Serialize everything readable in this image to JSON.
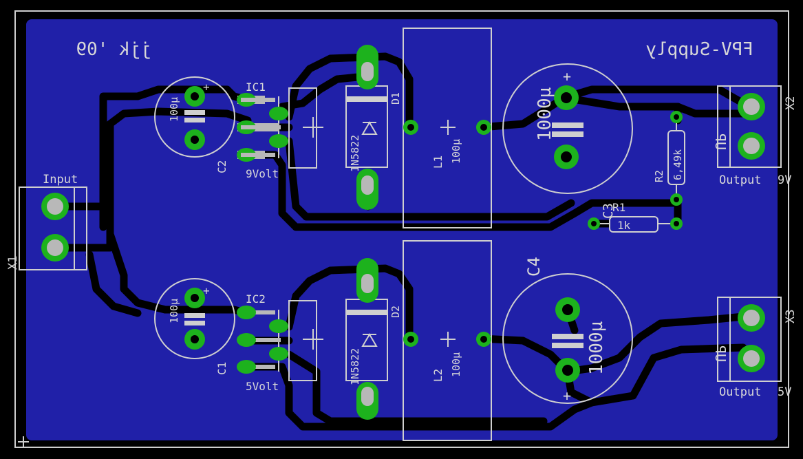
{
  "board": {
    "bg_color": "#000000",
    "copper_color": "#2020a8",
    "pad_color": "#1db21d",
    "silk_color": "#d8d8d8"
  },
  "labels": {
    "author": "jjk '09",
    "title": "FPV-Supply",
    "input": "Input",
    "x1": "X1",
    "x2": "X2",
    "x3": "X3",
    "output_top": "Output",
    "output_bottom": "Output",
    "out_top_v": "9V",
    "out_bottom_v": "5V",
    "ic1": "IC1",
    "ic2": "IC2",
    "ic1_v": "9Volt",
    "ic2_v": "5Volt",
    "c1": "C1",
    "c2": "C2",
    "c3": "C3",
    "c4": "C4",
    "c1_val": "100µ",
    "c2_val": "100µ",
    "c3_val": "1000µ",
    "c4_val": "1000µ",
    "d1": "D1",
    "d2": "D2",
    "d1_part": "1N5822",
    "d2_part": "1N5822",
    "l1": "L1",
    "l2": "L2",
    "l1_val": "100µ",
    "l2_val": "100µ",
    "r1": "R1",
    "r1_val": "1k",
    "r2": "R2",
    "r2_val": "6,49k",
    "up_top": "UP",
    "up_bottom": "UP",
    "plus": "+"
  }
}
